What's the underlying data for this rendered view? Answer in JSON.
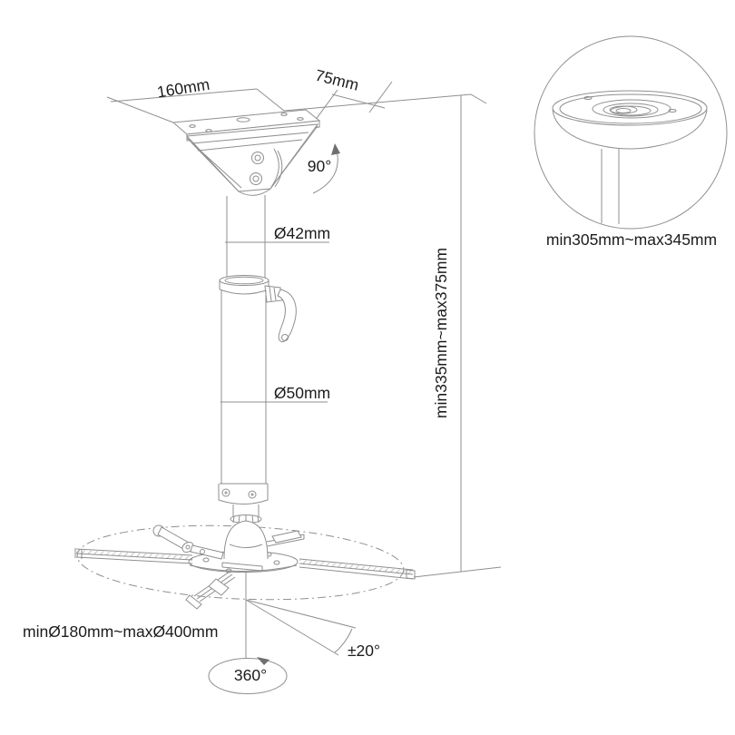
{
  "diagram": {
    "type": "technical-dimension-drawing",
    "subject": "ceiling projector mount",
    "main": {
      "plate_width_label": "160mm",
      "plate_depth_label": "75mm",
      "swivel_angle_label": "90°",
      "inner_tube_diameter_label": "Ø42mm",
      "outer_tube_diameter_label": "Ø50mm",
      "height_range_label": "min335mm~max375mm",
      "arm_span_range_label": "minØ180mm~maxØ400mm",
      "tilt_range_label": "±20°",
      "rotation_label": "360°"
    },
    "detail_view": {
      "cover_range_label": "min305mm~max345mm"
    },
    "colors": {
      "background": "#ffffff",
      "line": "#8f8f8f",
      "text": "#1c1c1c"
    }
  }
}
